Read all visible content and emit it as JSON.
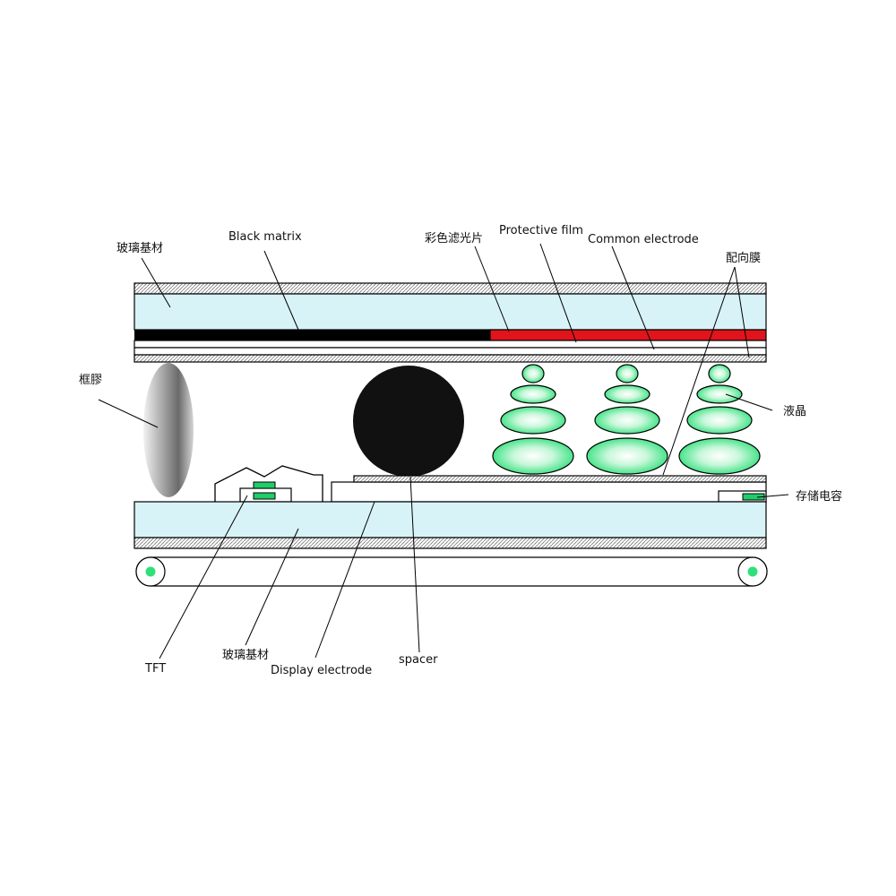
{
  "labels": {
    "glass_substrate_top": "玻璃基材",
    "black_matrix": "Black matrix",
    "color_filter": "彩色滤光片",
    "protective_film": "Protective film",
    "common_electrode": "Common electrode",
    "alignment_film": "配向膜",
    "sealant": "框膠",
    "liquid_crystal": "液晶",
    "storage_capacitor": "存储电容",
    "tft": "TFT",
    "glass_substrate_bottom": "玻璃基材",
    "display_electrode": "Display electrode",
    "spacer": "spacer"
  },
  "colors": {
    "glass": "#d8f3f7",
    "black_matrix": "#000000",
    "color_filter": "#e0141b",
    "liquid_crystal": "#2fe07a",
    "tft": "#1fce6a"
  }
}
